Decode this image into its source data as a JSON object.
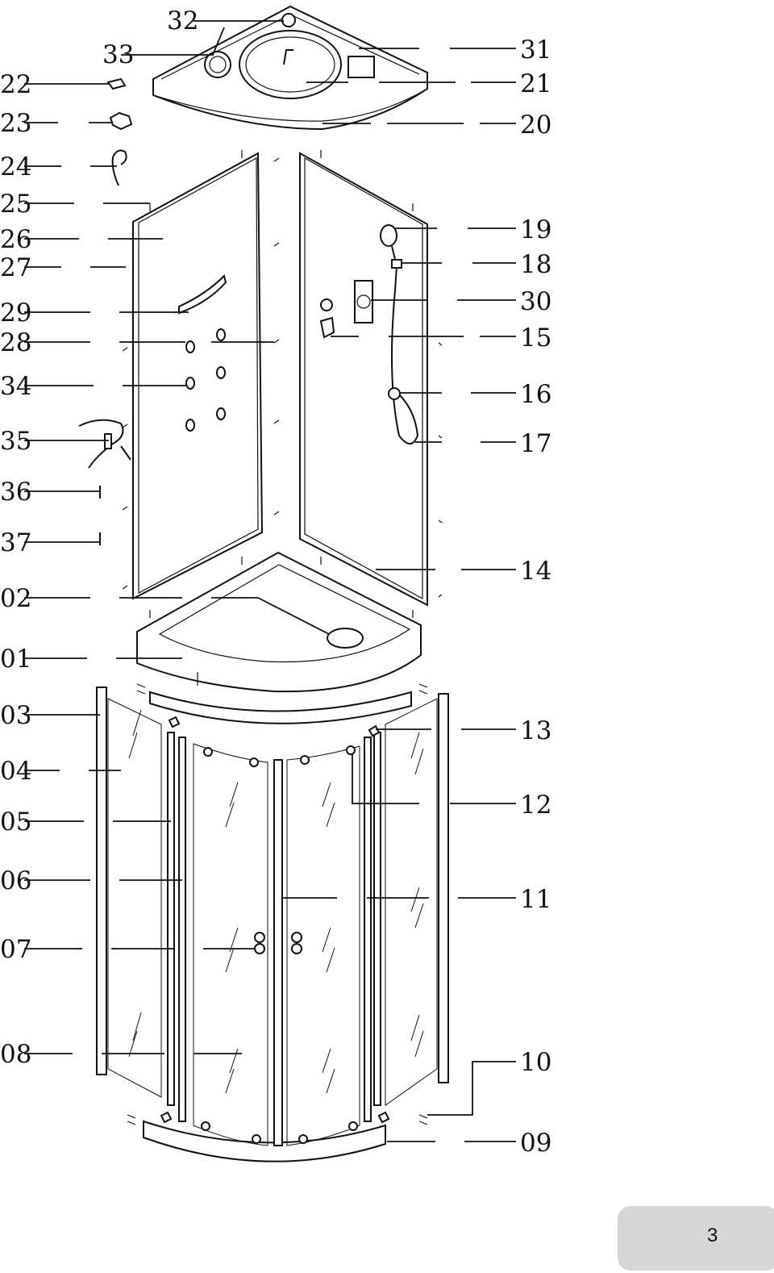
{
  "labels": {
    "l01": "01",
    "l02": "02",
    "l03": "03",
    "l04": "04",
    "l05": "05",
    "l06": "06",
    "l07": "07",
    "l08": "08",
    "l09": "09",
    "l10": "10",
    "l11": "11",
    "l12": "12",
    "l13": "13",
    "l14": "14",
    "l15": "15",
    "l16": "16",
    "l17": "17",
    "l18": "18",
    "l19": "19",
    "l20": "20",
    "l21": "21",
    "l22": "22",
    "l23": "23",
    "l24": "24",
    "l25": "25",
    "l26": "26",
    "l27": "27",
    "l28": "28",
    "l29": "29",
    "l30": "30",
    "l31": "31",
    "l32": "32",
    "l33": "33",
    "l34": "34",
    "l35": "35",
    "l36": "36",
    "l37": "37"
  },
  "page_number": "3"
}
